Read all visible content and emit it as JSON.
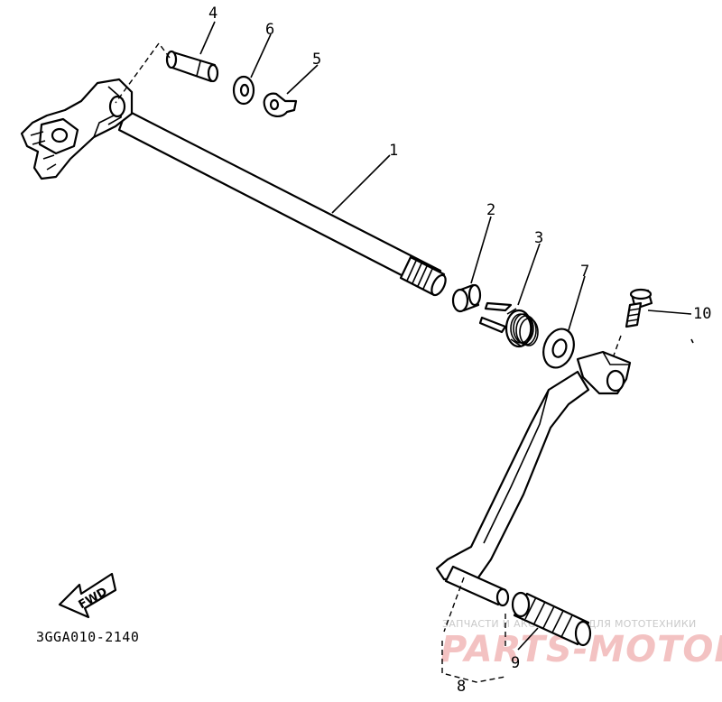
{
  "diagram": {
    "callouts": {
      "c1": "1",
      "c2": "2",
      "c3": "3",
      "c4": "4",
      "c5": "5",
      "c6": "6",
      "c7": "7",
      "c8": "8",
      "c9": "9",
      "c10": "10"
    },
    "direction_label": "FWD",
    "diagram_code": "3GGA010-2140"
  },
  "watermark": {
    "tagline": "ЗАПЧАСТИ И АКСЕССУАРЫ ДЛЯ МОТОТЕХНИКИ",
    "brand": "PARTS-MOTOR.RU"
  },
  "colors": {
    "line": "#000000",
    "background": "#ffffff",
    "watermark_text": "#c9c9c9",
    "watermark_brand": "#f3c2c2"
  }
}
